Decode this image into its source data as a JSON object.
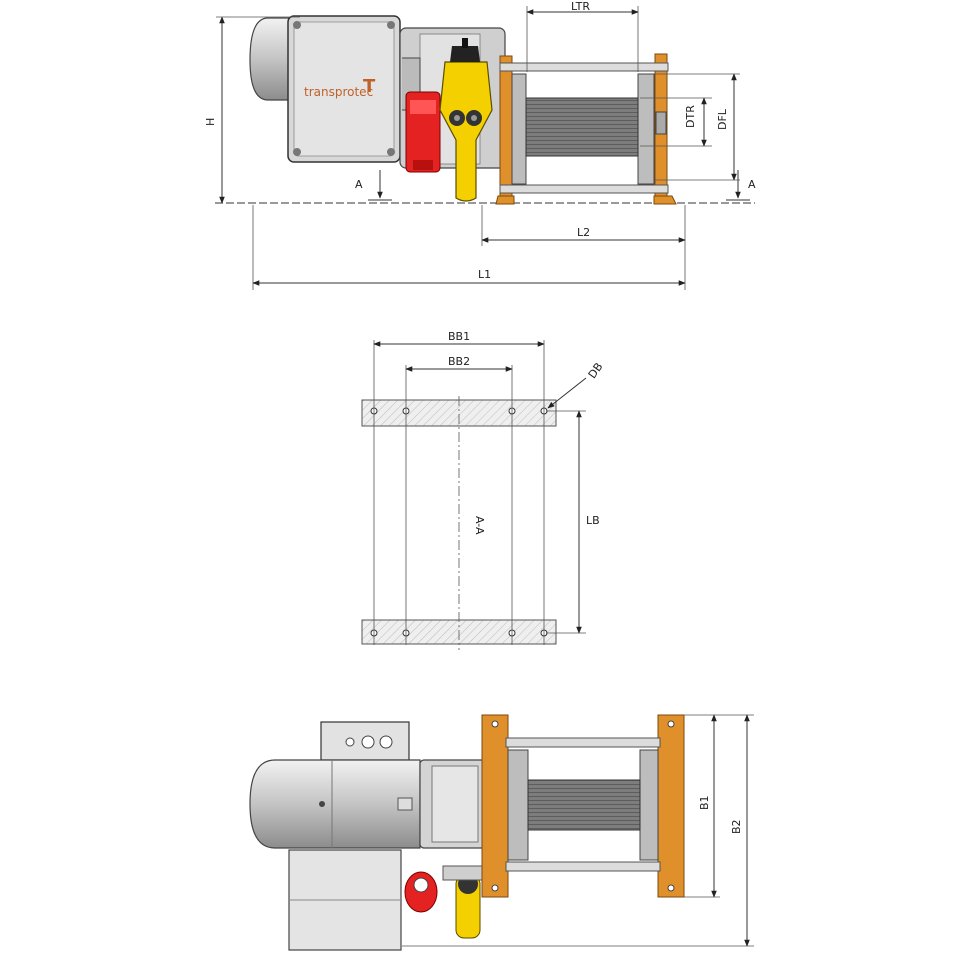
{
  "brand": {
    "logo_text": "transprotec",
    "logo_mark": "T"
  },
  "labels": {
    "ltr": "LTR",
    "h": "H",
    "a_left": "A",
    "a_right": "A",
    "dtr": "DTR",
    "dfl": "DFL",
    "l2": "L2",
    "l1": "L1",
    "bb1": "BB1",
    "bb2": "BB2",
    "db": "DB",
    "lb": "LB",
    "section": "A-A",
    "b1": "B1",
    "b2": "B2"
  },
  "colors": {
    "frame_orange": "#e0902a",
    "plug_red": "#e02020",
    "pendant_yellow": "#f2d200",
    "motor_grey": "#c8c8c8",
    "drum_grey": "#8a8a8a",
    "hatch": "#d9d9d9"
  }
}
